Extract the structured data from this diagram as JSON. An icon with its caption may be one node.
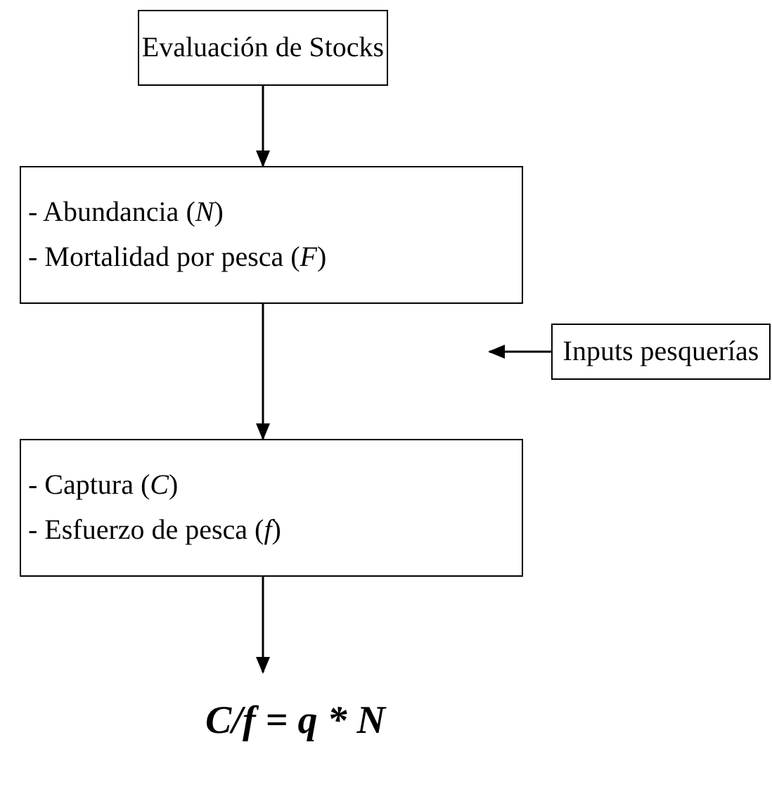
{
  "diagram": {
    "nodes": [
      {
        "text": [
          "Evaluación de Stocks"
        ]
      },
      {
        "text": [
          "- Abundancia (*N*)",
          "- Mortalidad por pesca (*F*)"
        ]
      },
      {
        "text": [
          "Inputs pesquerías"
        ]
      },
      {
        "text": [
          "- Captura (*C*)",
          "- Esfuerzo de pesca (*f*)"
        ]
      },
      {
        "text": [
          "C/f = q * N"
        ]
      }
    ],
    "edges": [
      {
        "from": 0,
        "to": 1,
        "arrow": "to"
      },
      {
        "from": 1,
        "to": 3,
        "arrow": "to"
      },
      {
        "from": 2,
        "to": null,
        "arrow": "to"
      },
      {
        "from": 3,
        "to": 4,
        "arrow": "to"
      }
    ]
  }
}
